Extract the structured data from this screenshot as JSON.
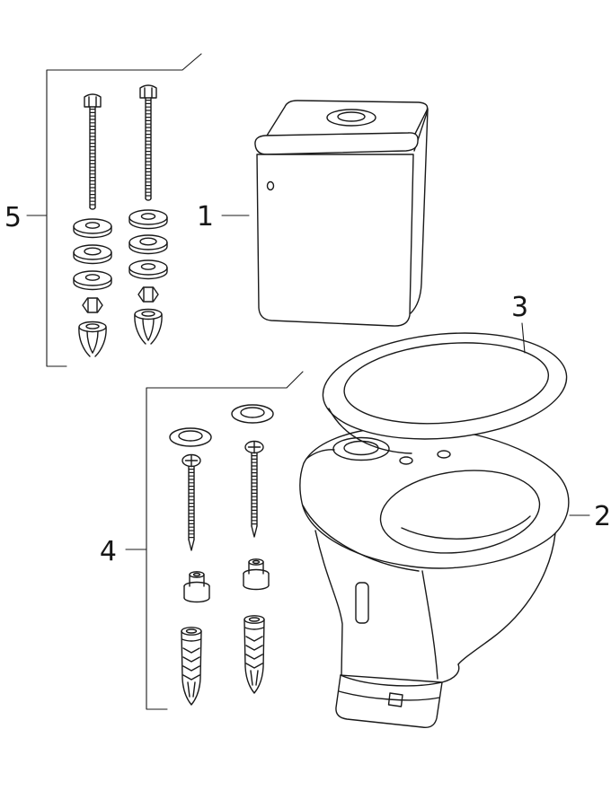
{
  "figure": {
    "kind": "exploded-parts-diagram",
    "subject": "floor-standing close-coupled WC",
    "background_color": "#ffffff",
    "line_color": "#1a1a1a",
    "callouts": [
      {
        "number": "1",
        "part": "cistern"
      },
      {
        "number": "2",
        "part": "wc-pan"
      },
      {
        "number": "3",
        "part": "seat-and-cover"
      },
      {
        "number": "4",
        "part": "pan-fixing-set"
      },
      {
        "number": "5",
        "part": "cistern-fixing-set"
      }
    ]
  }
}
